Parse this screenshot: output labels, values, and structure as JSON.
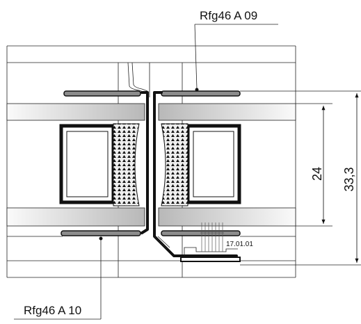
{
  "labels": {
    "top_callout": "Rfg46 A 09",
    "bottom_callout": "Rfg46 A 10",
    "date_code": "17.01.01"
  },
  "dimensions": {
    "inner": "24",
    "outer": "33,3"
  },
  "colors": {
    "line": "#111111",
    "bar_gradient_light": "#fafafa",
    "bar_gradient_dark": "#b8b8b8",
    "strip": "#8c8c8c",
    "dot_fill": "#eeeeee"
  }
}
